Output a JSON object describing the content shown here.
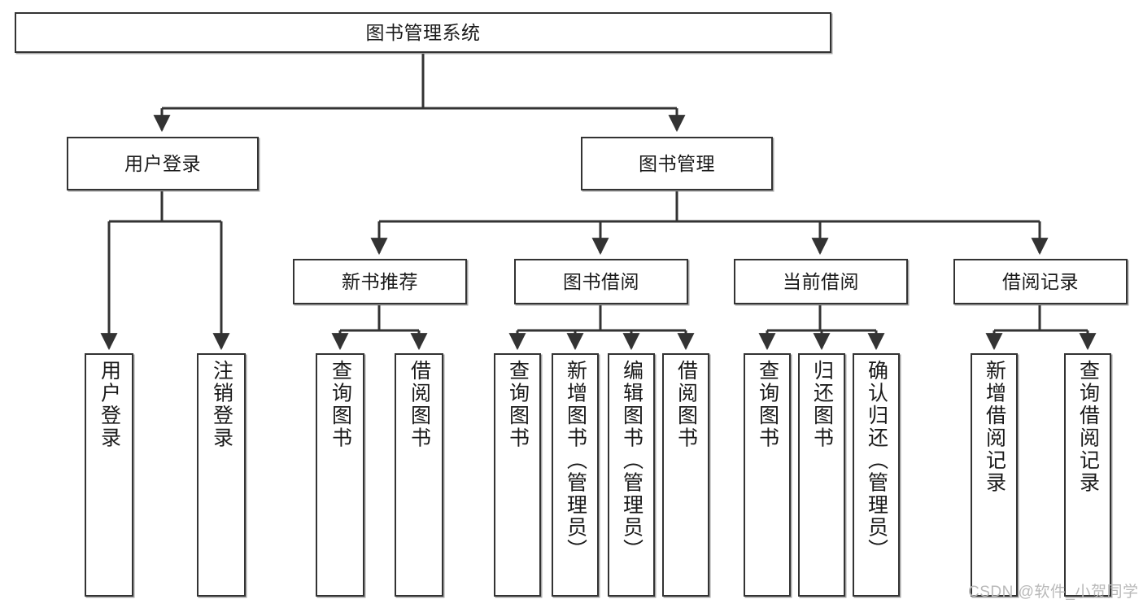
{
  "diagram": {
    "type": "tree-hierarchy-chart",
    "title": "图书管理系统",
    "orientation": "top-down",
    "colors": {
      "box_border": "#333333",
      "box_fill": "#ffffff",
      "connector": "#333333",
      "text": "#1a1a1a",
      "watermark": "#b9b9b9",
      "background": "#ffffff"
    }
  },
  "root": {
    "label": "图书管理系统"
  },
  "level2": [
    {
      "id": "user-login",
      "label": "用户登录"
    },
    {
      "id": "book-management",
      "label": "图书管理"
    }
  ],
  "level3": [
    {
      "id": "new-book-recommend",
      "label": "新书推荐",
      "parent": "book-management"
    },
    {
      "id": "book-borrow",
      "label": "图书借阅",
      "parent": "book-management"
    },
    {
      "id": "current-borrow",
      "label": "当前借阅",
      "parent": "book-management"
    },
    {
      "id": "borrow-record",
      "label": "借阅记录",
      "parent": "book-management"
    }
  ],
  "leaves": {
    "user_login": [
      {
        "id": "leaf-user-login",
        "label": "用户登录"
      },
      {
        "id": "leaf-logout-login",
        "label": "注销登录"
      }
    ],
    "new_book_recommend": [
      {
        "id": "leaf-query-book-1",
        "label": "查询图书"
      },
      {
        "id": "leaf-borrow-book-1",
        "label": "借阅图书"
      }
    ],
    "book_borrow": [
      {
        "id": "leaf-query-book-2",
        "label": "查询图书"
      },
      {
        "id": "leaf-add-book",
        "label": "新增图书（管理员）"
      },
      {
        "id": "leaf-edit-book",
        "label": "编辑图书（管理员）"
      },
      {
        "id": "leaf-borrow-book-2",
        "label": "借阅图书"
      }
    ],
    "current_borrow": [
      {
        "id": "leaf-query-book-3",
        "label": "查询图书"
      },
      {
        "id": "leaf-return-book",
        "label": "归还图书"
      },
      {
        "id": "leaf-confirm-return",
        "label": "确认归还（管理员）"
      }
    ],
    "borrow_record": [
      {
        "id": "leaf-add-record",
        "label": "新增借阅记录"
      },
      {
        "id": "leaf-query-record",
        "label": "查询借阅记录"
      }
    ]
  },
  "watermark": {
    "text": "CSDN @软件_小贺同学"
  }
}
